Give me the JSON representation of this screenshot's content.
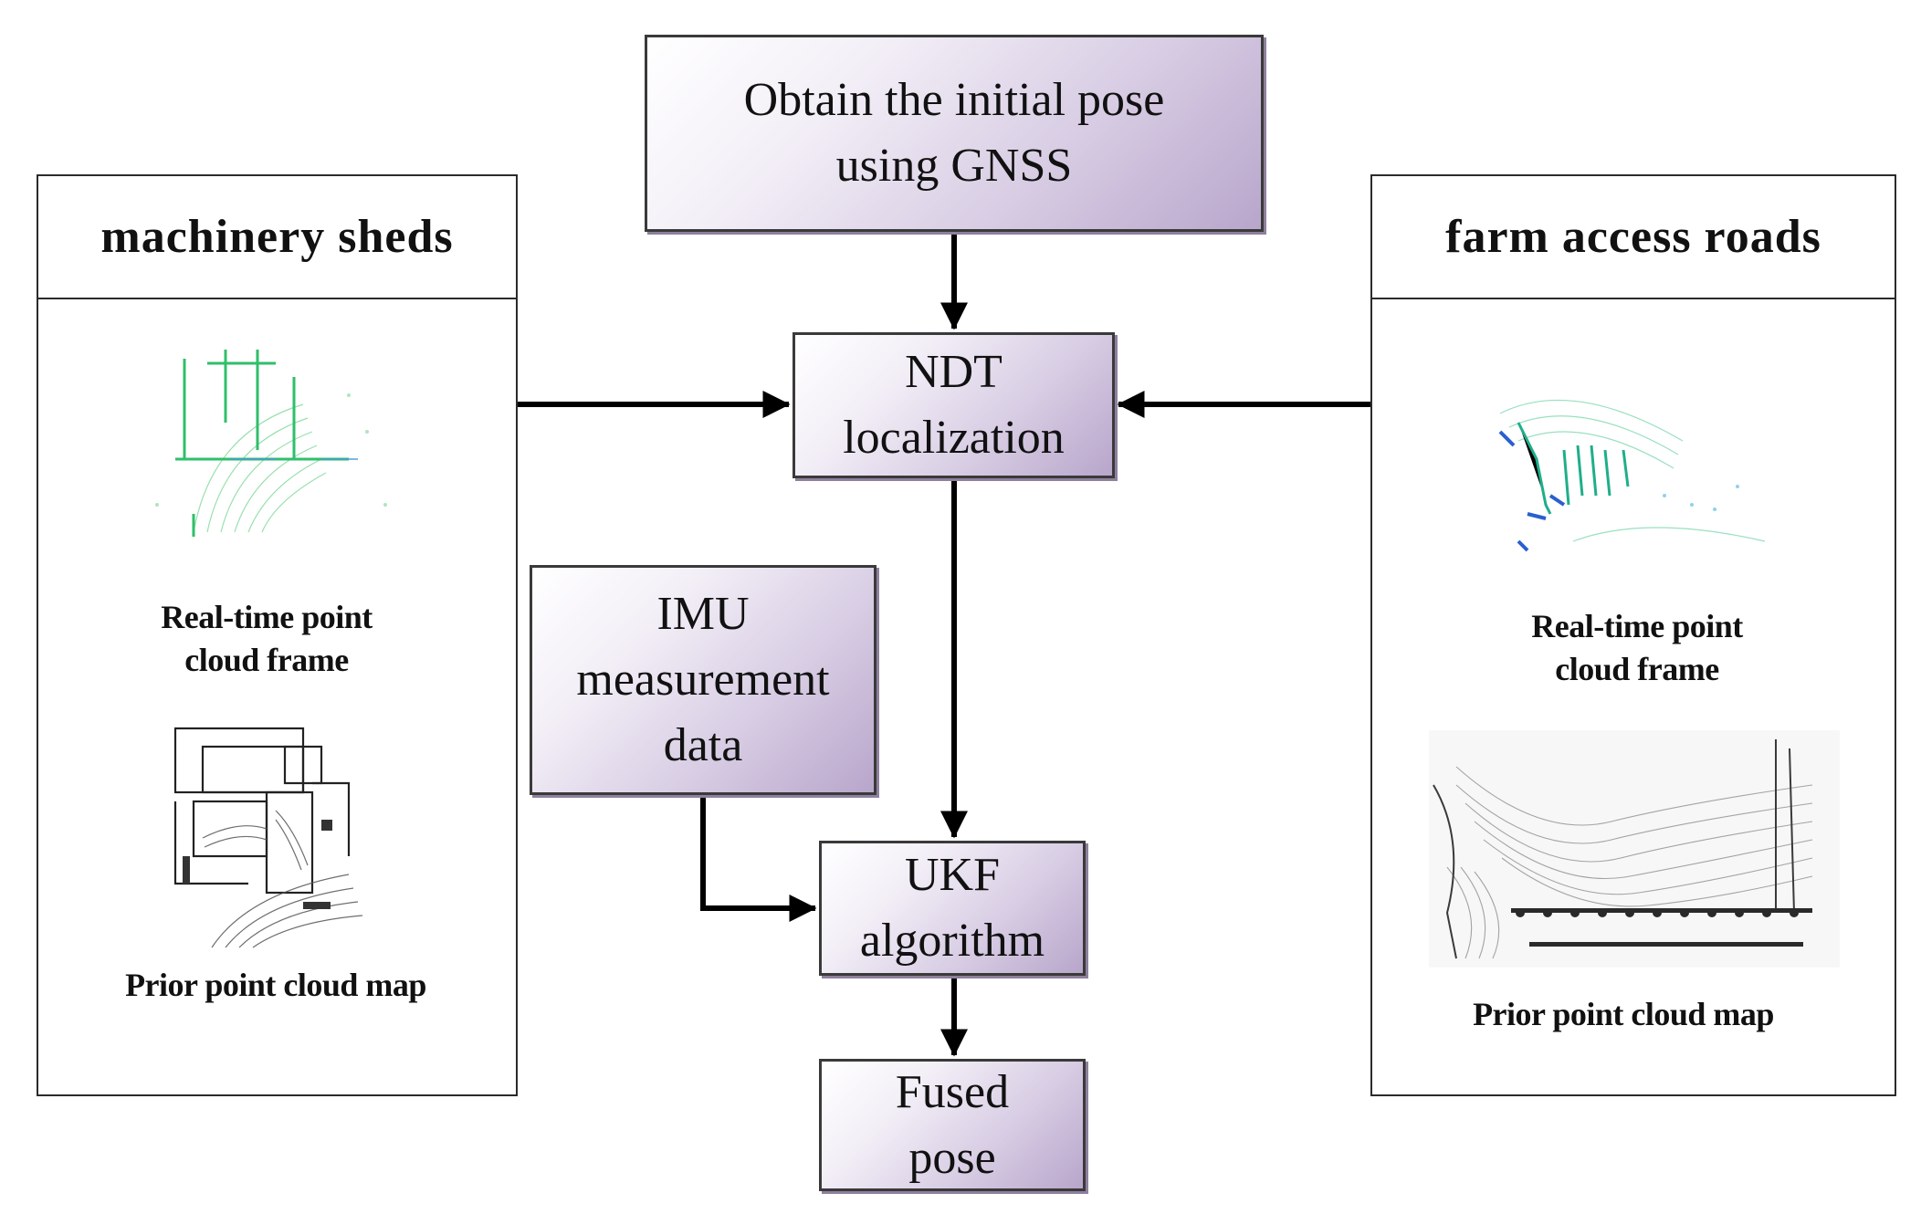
{
  "diagram": {
    "gnss_box": "Obtain the initial pose using GNSS",
    "ndt_box": "NDT localization",
    "imu_box": "IMU measurement data",
    "ukf_box": "UKF algorithm",
    "fused_box": "Fused pose"
  },
  "left_panel": {
    "title": "machinery sheds",
    "realtime_caption": "Real-time point cloud frame",
    "prior_caption": "Prior point cloud map"
  },
  "right_panel": {
    "title": "farm access roads",
    "realtime_caption": "Real-time point cloud frame",
    "prior_caption": "Prior point cloud map"
  },
  "colors": {
    "box_fill_dark": "#b8a6cb",
    "box_fill_light": "#ffffff",
    "lidar_green": "#3cc86a",
    "lidar_blue": "#2a5fd0",
    "arrow": "#000000"
  }
}
